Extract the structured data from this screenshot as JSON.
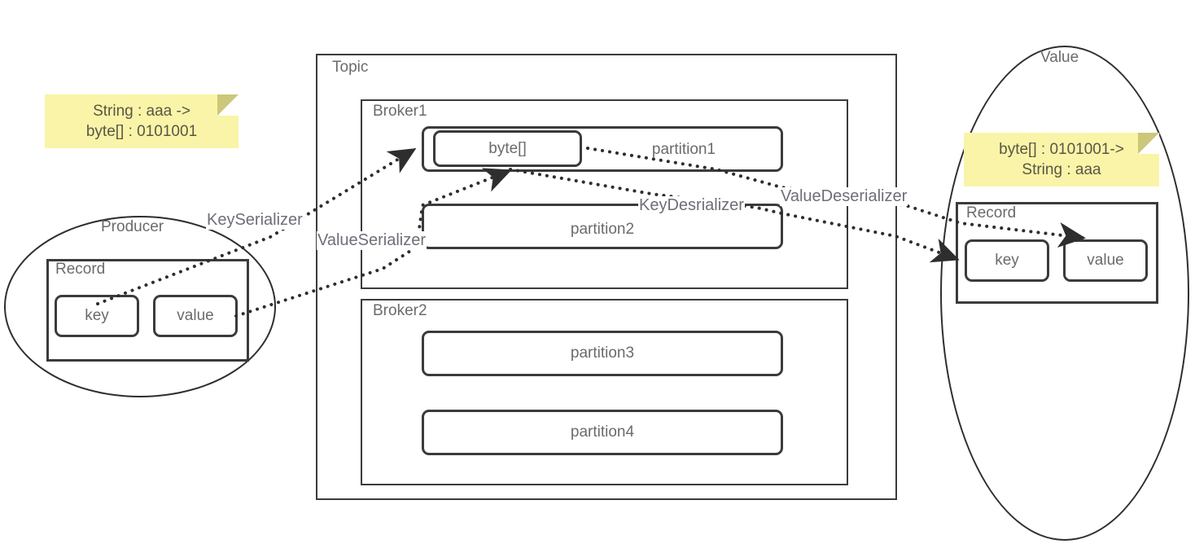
{
  "diagram": {
    "title": "Kafka Producer / Topic / Consumer serialization flow",
    "stroke_color": "#3b3b3b",
    "text_color": "#6b6b6b",
    "note_color": "#f9f4a8",
    "note_fold_color": "#ccc779"
  },
  "producer": {
    "label": "Producer",
    "record": {
      "label": "Record",
      "key": "key",
      "value": "value"
    },
    "note": {
      "line1": "String : aaa ->",
      "line2": "byte[] : 0101001"
    }
  },
  "topic": {
    "label": "Topic",
    "brokers": [
      {
        "label": "Broker1",
        "partitions": [
          {
            "label": "partition1",
            "payload": "byte[]"
          },
          {
            "label": "partition2",
            "payload": ""
          }
        ]
      },
      {
        "label": "Broker2",
        "partitions": [
          {
            "label": "partition3",
            "payload": ""
          },
          {
            "label": "partition4",
            "payload": ""
          }
        ]
      }
    ]
  },
  "consumer": {
    "label": "Value",
    "record": {
      "label": "Record",
      "key": "key",
      "value": "value"
    },
    "note": {
      "line1": "byte[] : 0101001->",
      "line2": "String : aaa"
    }
  },
  "edges": [
    {
      "id": "key-serializer",
      "label": "KeySerializer"
    },
    {
      "id": "value-serializer",
      "label": "ValueSerializer"
    },
    {
      "id": "key-deserializer",
      "label": "KeyDesrializer"
    },
    {
      "id": "value-deserializer",
      "label": "ValueDeserializer"
    }
  ]
}
